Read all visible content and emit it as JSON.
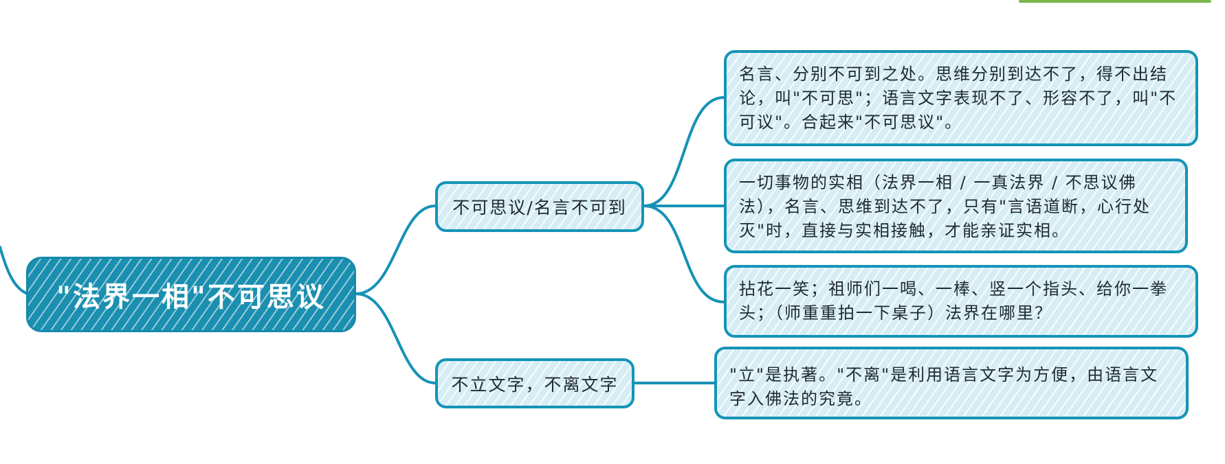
{
  "root": {
    "title": "\"法界一相\"不可思议"
  },
  "branches": [
    {
      "label": "不可思议/名言不可到",
      "children": [
        "名言、分别不可到之处。思维分别到达不了，得不出结论，叫\"不可思\"；语言文字表现不了、形容不了，叫\"不可议\"。合起来\"不可思议\"。",
        "一切事物的实相（法界一相 / 一真法界 / 不思议佛法），名言、思维到达不了，只有\"言语道断，心行处灭\"时，直接与实相接触，才能亲证实相。",
        "拈花一笑；祖师们一喝、一棒、竖一个指头、给你一拳头；（师重重拍一下桌子）法界在哪里？"
      ]
    },
    {
      "label": "不立文字，不离文字",
      "children": [
        "\"立\"是执著。\"不离\"是利用语言文字为方便，由语言文字入佛法的究竟。"
      ]
    }
  ],
  "colors": {
    "stroke": "#1494b7",
    "root_fill": "#1a8fb0",
    "node_fill": "#d7edf5",
    "text": "#1e2a30"
  }
}
